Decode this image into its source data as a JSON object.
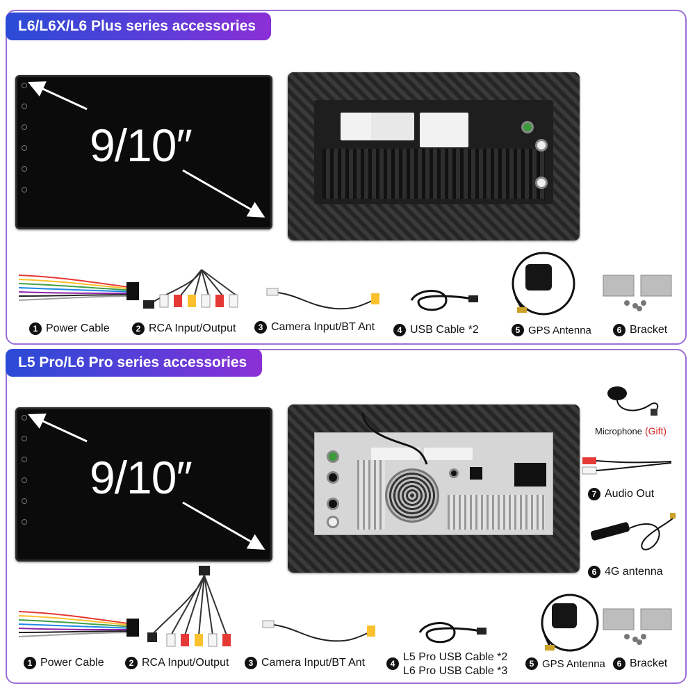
{
  "section1": {
    "title": "L6/L6X/L6 Plus series accessories",
    "screen_size": "9/10″",
    "items": [
      {
        "num": "1",
        "label": "Power Cable"
      },
      {
        "num": "2",
        "label": "RCA Input/Output"
      },
      {
        "num": "3",
        "label": "Camera Input/BT Ant"
      },
      {
        "num": "4",
        "label": "USB Cable *2"
      },
      {
        "num": "5",
        "label": "GPS Antenna"
      },
      {
        "num": "6",
        "label": "Bracket"
      }
    ]
  },
  "section2": {
    "title": "L5 Pro/L6 Pro series accessories",
    "screen_size": "9/10″",
    "microphone": {
      "label": "Microphone",
      "gift": "(Gift)"
    },
    "audio_out": {
      "num": "7",
      "label": "Audio Out"
    },
    "antenna_4g": {
      "num": "6",
      "label": "4G antenna"
    },
    "items": [
      {
        "num": "1",
        "label": "Power Cable"
      },
      {
        "num": "2",
        "label": "RCA Input/Output"
      },
      {
        "num": "3",
        "label": "Camera Input/BT Ant"
      },
      {
        "num": "4",
        "line1": "L5 Pro USB Cable *2",
        "line2": "L6 Pro USB Cable *3"
      },
      {
        "num": "5",
        "label": "GPS Antenna"
      },
      {
        "num": "6",
        "label": "Bracket"
      }
    ]
  },
  "colors": {
    "banner_start": "#2a4bd6",
    "banner_end": "#8b2fd6",
    "frame": "#9a6fd8",
    "gift": "#d81e1e"
  }
}
